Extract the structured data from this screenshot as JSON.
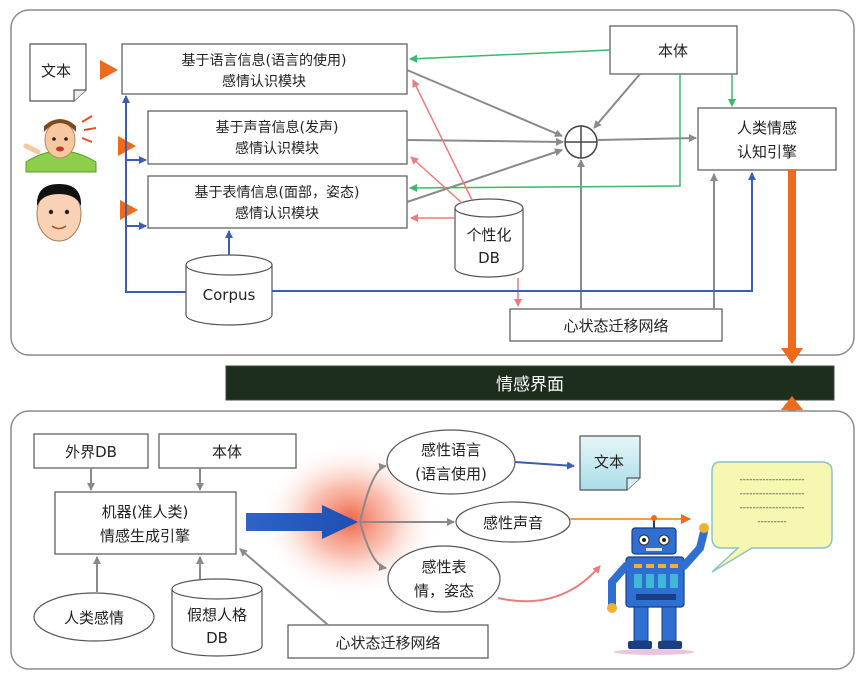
{
  "colors": {
    "panel_border": "#8c8c8c",
    "box_border": "#555555",
    "gray_arrow": "#8a8a8a",
    "blue_arrow": "#3a5fb0",
    "green_arrow": "#3cb86a",
    "pink_arrow": "#ee7b7b",
    "orange": "#f06a1e",
    "interface_bar": "#1d2e1d",
    "doc_fill_bottom": "#bfe6ee",
    "bubble_fill": "#f6f7b0",
    "bubble_border": "#8fc1c9"
  },
  "top": {
    "doc_label": "文本",
    "module_language": [
      "基于语言信息(语言的使用)",
      "感情认识模块"
    ],
    "module_voice": [
      "基于声音信息(发声)",
      "感情认识模块"
    ],
    "module_expression": [
      "基于表情信息(面部，姿态)",
      "感情认识模块"
    ],
    "ontology": "本体",
    "engine": [
      "人类情感",
      "认知引擎"
    ],
    "personal_db": [
      "个性化",
      "DB"
    ],
    "corpus": "Corpus",
    "mental_network": "心状态迁移网络",
    "combiner_symbol": "⊕"
  },
  "interface_bar": {
    "label": "情感界面"
  },
  "bottom": {
    "external_db": "外界DB",
    "ontology": "本体",
    "engine": [
      "机器(准人类)",
      "情感生成引擎"
    ],
    "human_emotion": "人类感情",
    "virtual_persona_db": [
      "假想人格",
      "DB"
    ],
    "mental_network": "心状态迁移网络",
    "sensitive_language": [
      "感性语言",
      "(语言使用)"
    ],
    "sensitive_voice": "感性声音",
    "sensitive_expression": [
      "感性表",
      "情，姿态"
    ],
    "doc_label": "文本",
    "bubble_lines": [
      "--------------------",
      "--------------------",
      "--------------------",
      "---------"
    ]
  }
}
